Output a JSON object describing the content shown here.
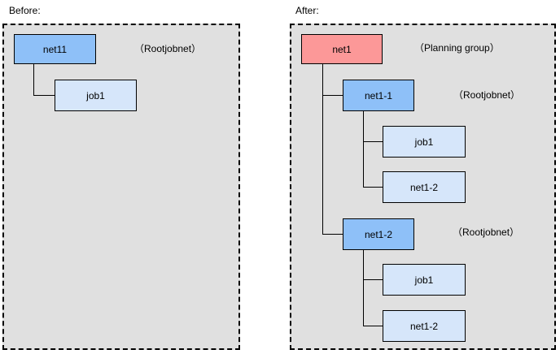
{
  "before": {
    "section_label": "Before:",
    "root": {
      "label": "net11",
      "type_note": "（Rootjobnet）"
    },
    "children": [
      {
        "label": "job1"
      }
    ]
  },
  "after": {
    "section_label": "After:",
    "root": {
      "label": "net1",
      "type_note": "（Planning group）"
    },
    "groups": [
      {
        "label": "net1-1",
        "type_note": "（Rootjobnet）",
        "children": [
          {
            "label": "job1"
          },
          {
            "label": "net1-2"
          }
        ]
      },
      {
        "label": "net1-2",
        "type_note": "（Rootjobnet）",
        "children": [
          {
            "label": "job1"
          },
          {
            "label": "net1-2"
          }
        ]
      }
    ]
  },
  "colors": {
    "panel-bg": "#e0e0e0",
    "node-root-blue": "#8ec0f8",
    "node-child-blue": "#d6e6fa",
    "node-planning-pink": "#fc9898",
    "line": "#000000"
  }
}
